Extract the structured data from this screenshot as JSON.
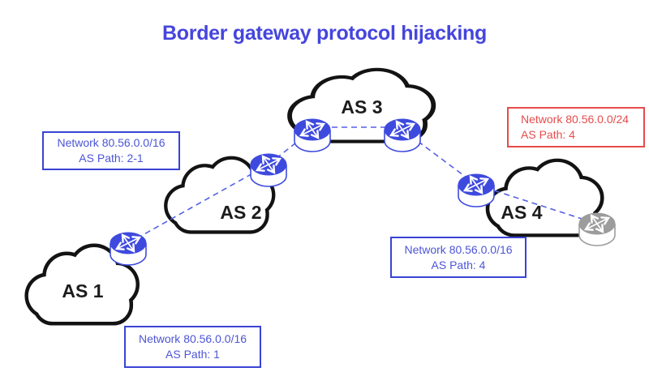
{
  "title": "Border gateway protocol hijacking",
  "clouds": [
    {
      "label": "AS 1"
    },
    {
      "label": "AS 2"
    },
    {
      "label": "AS 3"
    },
    {
      "label": "AS 4"
    }
  ],
  "annotations": [
    {
      "id": "as2_advertisement",
      "line1": "Network 80.56.0.0/16",
      "line2": "AS Path: 2-1",
      "status": "legitimate"
    },
    {
      "id": "as1_origin",
      "line1": "Network 80.56.0.0/16",
      "line2": "AS Path: 1",
      "status": "legitimate"
    },
    {
      "id": "as4_advertisement",
      "line1": "Network 80.56.0.0/16",
      "line2": "AS Path: 4",
      "status": "legitimate"
    },
    {
      "id": "hijacked_advertisement",
      "line1": "Network 80.56.0.0/24",
      "line2": "AS Path: 4",
      "status": "hijack"
    }
  ],
  "icons": {
    "router": "router-icon (cylinder with crossed arrows)",
    "legit_router_color_key": "router_blue",
    "hijacker_router_color_key": "router_gray"
  },
  "colors": {
    "title_blue": "#4545dd",
    "box_blue": "#3a43d4",
    "box_text_blue": "#4c55d6",
    "alert_red": "#e64c4c",
    "router_blue": "#3e4ade",
    "router_gray": "#9c9c9c",
    "line_blue": "#5560e5",
    "cloud_outline": "#131313",
    "cloud_label": "#1c1c1c"
  }
}
